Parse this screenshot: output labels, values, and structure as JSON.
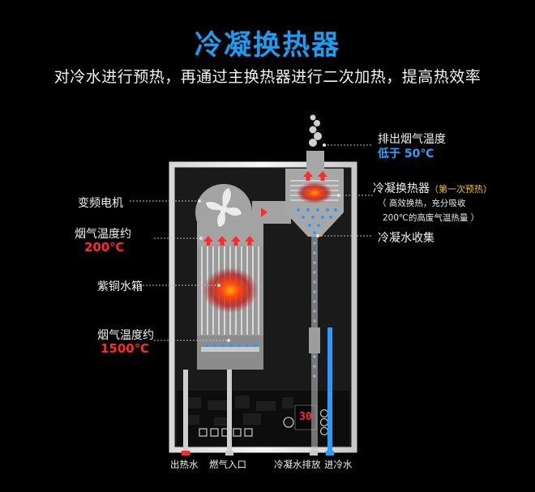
{
  "title": "冷凝换热器",
  "subtitle": "对冷水进行预热，再通过主换热器进行二次加热，提高热效率",
  "labels": {
    "exhaust_temp_label": "排出烟气温度",
    "exhaust_temp_value": "低于 50℃",
    "condenser_label": "冷凝换热器",
    "condenser_note": "（第一次预热）",
    "condenser_desc1": "（ 高效换热，充分吸收",
    "condenser_desc2": "200℃的高废气温热量 ）",
    "condensate_collect": "冷凝水收集",
    "fan_label": "变频电机",
    "flue_temp_label_1": "烟气温度约",
    "flue_temp_value_1": "200℃",
    "copper_tank_label": "紫铜水箱",
    "flue_temp_label_2": "烟气温度约",
    "flue_temp_value_2": "1500℃"
  },
  "display": {
    "temp_readout": "30"
  },
  "bottom_labels": [
    "出热水",
    "燃气入口",
    "冷凝水排放",
    "进冷水"
  ],
  "colors": {
    "title": "#1e9cf0",
    "hot": "#ff2b2b",
    "cold": "#25a4ff",
    "note": "#f3c419"
  }
}
